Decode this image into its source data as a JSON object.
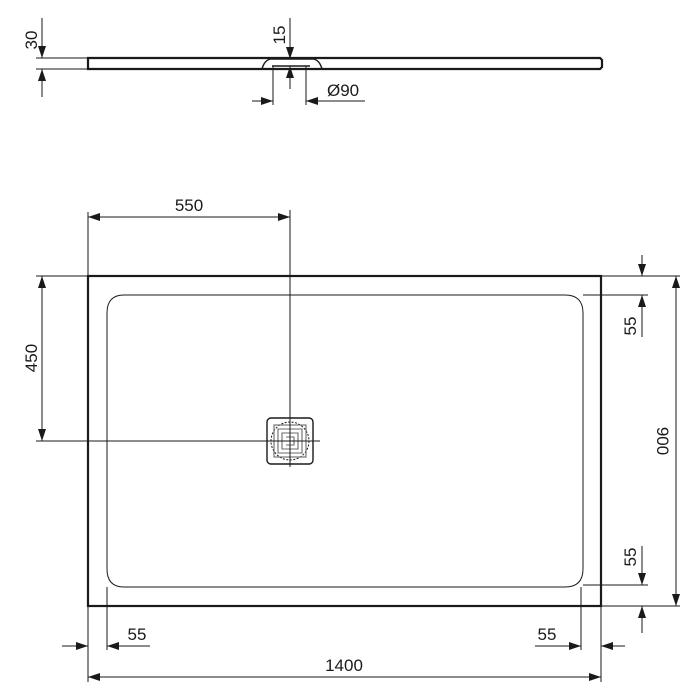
{
  "drawing": {
    "type": "shower tray technical drawing",
    "line_color": "#1a1a1a",
    "background": "#ffffff",
    "side_view": {
      "thickness_label": "30",
      "drain_depth_label": "15",
      "drain_diameter_label": "Ø90"
    },
    "plan_view": {
      "drain_offset_x_label": "550",
      "drain_offset_y_label": "450",
      "width_label": "1400",
      "depth_label": "900",
      "rim_top_label": "55",
      "rim_bottom_label": "55",
      "rim_left_label": "55",
      "rim_right_label": "55"
    }
  }
}
